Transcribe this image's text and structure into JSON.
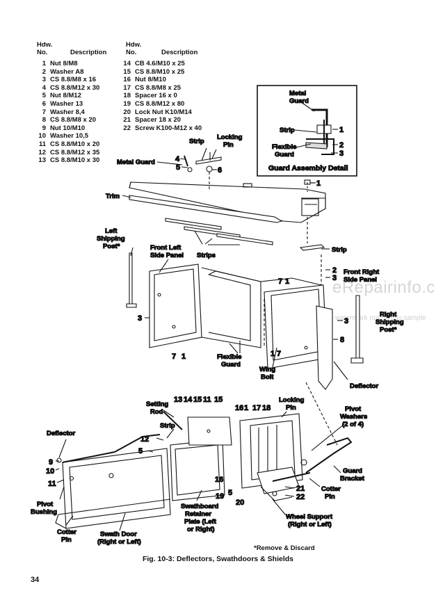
{
  "table_headers": {
    "hdw": "Hdw.",
    "no": "No.",
    "description": "Description"
  },
  "hardware_left": [
    {
      "no": "1",
      "desc": "Nut 8/M8"
    },
    {
      "no": "2",
      "desc": "Washer A8"
    },
    {
      "no": "3",
      "desc": "CS 8.8/M8 x 16"
    },
    {
      "no": "4",
      "desc": "CS 8.8/M12 x 30"
    },
    {
      "no": "5",
      "desc": "Nut 8/M12"
    },
    {
      "no": "6",
      "desc": "Washer 13"
    },
    {
      "no": "7",
      "desc": "Washer 8,4"
    },
    {
      "no": "8",
      "desc": "CS 8.8/M8 x 20"
    },
    {
      "no": "9",
      "desc": "Nut 10/M10"
    },
    {
      "no": "10",
      "desc": "Washer 10,5"
    },
    {
      "no": "11",
      "desc": "CS 8.8/M10 x 20"
    },
    {
      "no": "12",
      "desc": "CS 8.8/M12 x 35"
    },
    {
      "no": "13",
      "desc": "CS 8.8/M10 x 30"
    }
  ],
  "hardware_right": [
    {
      "no": "14",
      "desc": "CB 4.6/M10 x 25"
    },
    {
      "no": "15",
      "desc": "CS 8.8/M10 x 25"
    },
    {
      "no": "16",
      "desc": "Nut 8/M10"
    },
    {
      "no": "17",
      "desc": "CS 8.8/M8 x 25"
    },
    {
      "no": "18",
      "desc": "Spacer 16 x 0"
    },
    {
      "no": "19",
      "desc": "CS 8.8/M12 x 80"
    },
    {
      "no": "20",
      "desc": "Lock Nut K10/M14"
    },
    {
      "no": "21",
      "desc": "Spacer 18 x 20"
    },
    {
      "no": "22",
      "desc": "Screw K100-M12 x 40"
    }
  ],
  "detail": {
    "title": "Guard Assembly Detail",
    "metal_guard": [
      "Metal",
      "Guard"
    ],
    "strip": "Strip",
    "flexible_guard": [
      "Flexible",
      "Guard"
    ]
  },
  "labels": {
    "strip_top": "Strip",
    "locking_pin_top": [
      "Locking",
      "Pin"
    ],
    "metal_guard": "Metal Guard",
    "trim": "Trim",
    "left_shipping_post": [
      "Left",
      "Shipping",
      "Post*"
    ],
    "front_left_side_panel": [
      "Front Left",
      "Side Panel"
    ],
    "strips": "Strips",
    "strip_right": "Strip",
    "front_right_side_panel": [
      "Front Right",
      "Side Panel"
    ],
    "right_shipping_post": [
      "Right",
      "Shipping",
      "Post*"
    ],
    "flexible_guard": [
      "Flexible",
      "Guard"
    ],
    "wing_bolt": [
      "Wing",
      "Bolt"
    ],
    "deflector_right": "Deflector",
    "setting_rod": [
      "Setting",
      "Rod"
    ],
    "locking_pin_lower": [
      "Locking",
      "Pin"
    ],
    "pivot_washers": [
      "Pivot",
      "Washers",
      "(2 of 4)"
    ],
    "deflector_left": "Deflector",
    "strip_lower": "Strip",
    "pivot_bushing": [
      "Pivot",
      "Bushing"
    ],
    "guard_bracket": [
      "Guard",
      "Bracket"
    ],
    "cotter_pin_right": [
      "Cotter",
      "Pin"
    ],
    "swathboard_retainer": [
      "Swathboard",
      "Retainer",
      "Plate (Left",
      "or Right)"
    ],
    "wheel_support": [
      "Wheel Support",
      "(Right or Left)"
    ],
    "cotter_pin_left": [
      "Cotter",
      "Pin"
    ],
    "swath_door": [
      "Swath Door",
      "(Right or Left)"
    ]
  },
  "callouts": {
    "d1": "1",
    "d2": "2",
    "d3": "3",
    "n4": "4",
    "n5": "5",
    "n6": "6",
    "n1a": "1",
    "n2": "2",
    "n3a": "3",
    "n7a": "7",
    "n1b": "1",
    "n3b": "3",
    "n8": "8",
    "n3c": "3",
    "n7b": "7",
    "n1c": "1",
    "n1d": "1",
    "n7c": "7",
    "n13": "13",
    "n14": "14",
    "n15a": "15",
    "n11a": "11",
    "n15b": "15",
    "n16a": "16",
    "n1e": "1",
    "n17": "17",
    "n18": "18",
    "n12": "12",
    "n5b": "5",
    "n9": "9",
    "n10": "10",
    "n11b": "11",
    "n16b": "16",
    "n19": "19",
    "n5c": "5",
    "n20": "20",
    "n21": "21",
    "n22": "22"
  },
  "footnote": "*Remove & Discard",
  "caption": "Fig. 10-3: Deflectors, Swathdoors & Shields",
  "page_number": "34",
  "watermark": "eRepairinfo.com",
  "watermark_small": "watermark not on this sample"
}
